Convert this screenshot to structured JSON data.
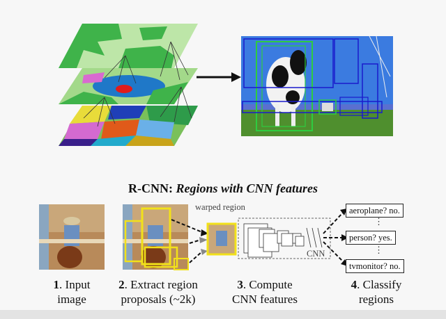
{
  "title": {
    "prefix": "R-CNN:",
    "italic": "Regions with CNN features"
  },
  "warped_label": "warped region",
  "cnn_label": "CNN",
  "classes": [
    {
      "label": "aeroplane? no."
    },
    {
      "label": "person? yes."
    },
    {
      "label": "tvmonitor? no."
    }
  ],
  "dots": "⋮",
  "steps": [
    {
      "num": "1",
      "line1": ". Input",
      "line2": "image"
    },
    {
      "num": "2",
      "line1": ". Extract region",
      "line2": "proposals (~2k)"
    },
    {
      "num": "3",
      "line1": ". Compute",
      "line2": "CNN features"
    },
    {
      "num": "4",
      "line1": ". Classify",
      "line2": "regions"
    }
  ],
  "colors": {
    "proposal": "#f2e11a",
    "detection_blue": "#1a1acc",
    "detection_green": "#2ecc40",
    "sky": "#3b7be0",
    "grass": "#4f8f2e"
  }
}
